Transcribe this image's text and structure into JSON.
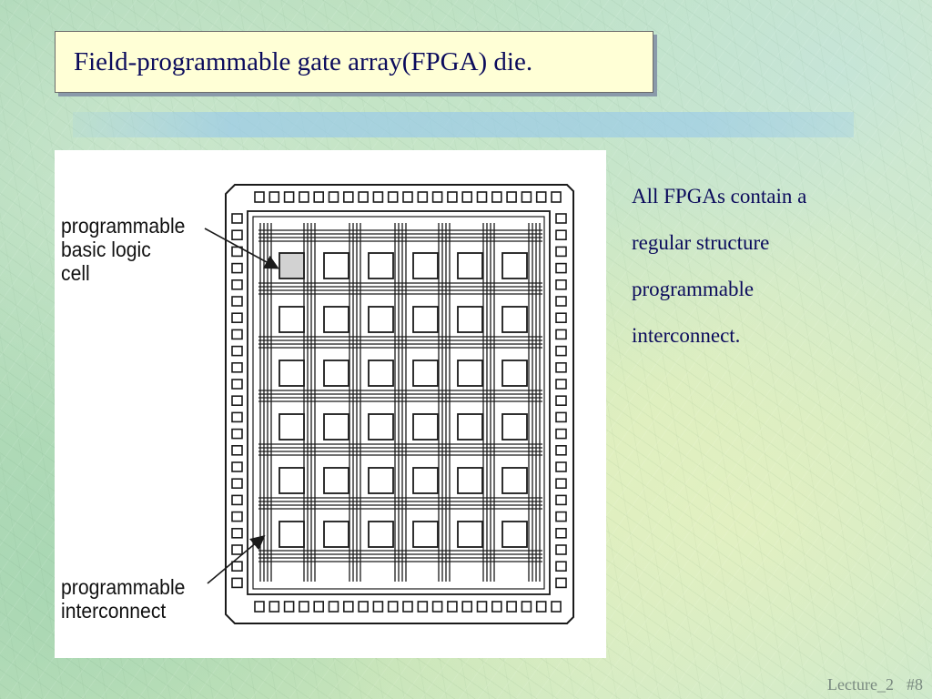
{
  "slide": {
    "title": "Field-programmable gate array(FPGA) die.",
    "bullets": [
      "All FPGAs contain a",
      "regular structure",
      "programmable",
      "interconnect."
    ],
    "footer_lecture": "Lecture_2",
    "footer_page": "#8"
  },
  "diagram": {
    "label_logic_cell": [
      "programmable",
      "basic logic",
      "cell"
    ],
    "label_interconnect": [
      "programmable",
      "interconnect"
    ]
  },
  "colors": {
    "title_text": "#0b0b5c",
    "title_box": "#ffffd6",
    "highlighted_cell": "#d2d2d2"
  }
}
